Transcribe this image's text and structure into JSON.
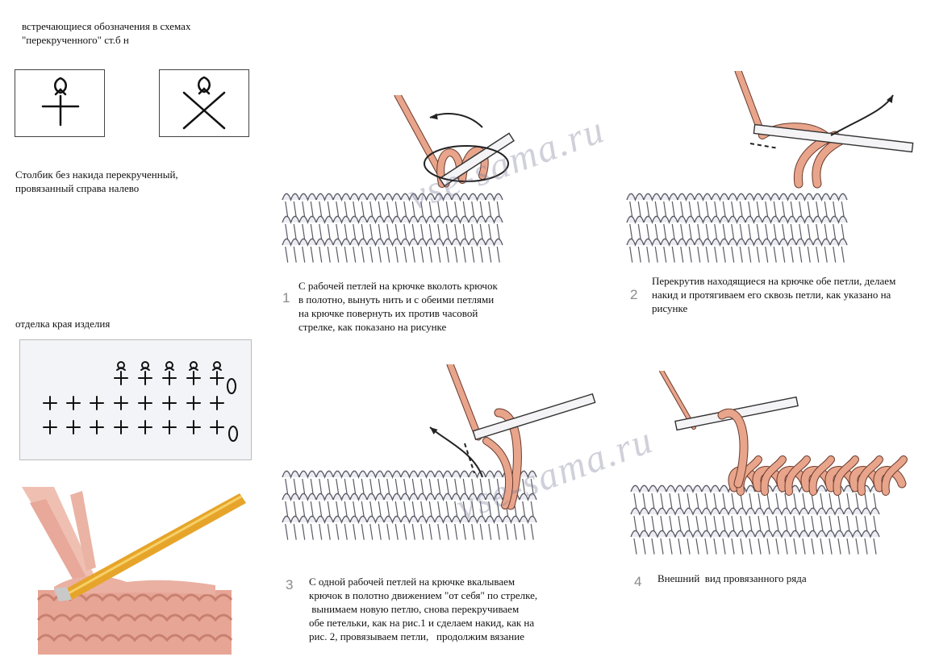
{
  "intro": {
    "line1": "встречающиеся обозначения в схемах",
    "line2": "\"перекрученного\" ст.б н"
  },
  "symbol_caption": {
    "line1": "Столбик без накида перекрученный,",
    "line2": "провязанный справа налево"
  },
  "edge_title": "отделка края изделия",
  "steps": [
    {
      "number": "1",
      "lines": [
        "С рабочей петлей на крючке вколоть крючок",
        "в полотно, вынуть нить и с обеими петлями",
        "на крючке повернуть их против часовой",
        "стрелке, как показано на рисунке"
      ]
    },
    {
      "number": "2",
      "lines": [
        "Перекрутив находящиеся на крючке обе петли, делаем",
        "накид и протягиваем его сквозь петли, как указано на",
        "рисунке"
      ]
    },
    {
      "number": "3",
      "lines": [
        "С одной рабочей петлей на крючке вкалываем",
        "крючок в полотно движением \"от себя\" по стрелке,",
        " вынимаем новую петлю, снова перекручиваем",
        "обе петельки, как на рис.1 и сделаем накид, как на",
        "рис. 2, провязываем петли,   продолжим вязание"
      ]
    },
    {
      "number": "4",
      "lines": [
        "Внешний  вид провязанного ряда"
      ]
    }
  ],
  "watermark": "vse-sama.ru",
  "colors": {
    "yarn_pink": "#e8a58c",
    "yarn_dark": "#6b3a2a",
    "hook_yellow": "#e0a12a",
    "fabric_gray": "#e9e9ee"
  }
}
